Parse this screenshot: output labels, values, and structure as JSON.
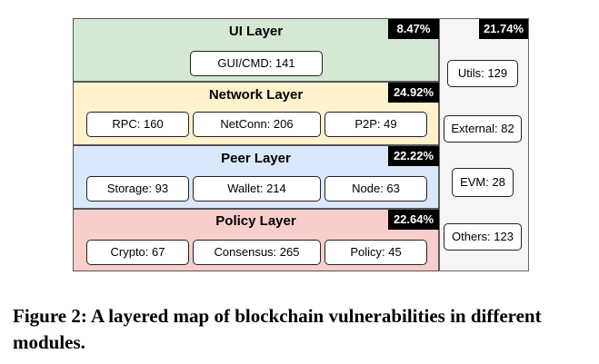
{
  "layers": [
    {
      "title": "UI Layer",
      "percent": "8.47%",
      "color": "#d5e8d4",
      "modules": [
        "GUI/CMD: 141"
      ]
    },
    {
      "title": "Network Layer",
      "percent": "24.92%",
      "color": "#fff2cc",
      "modules": [
        "RPC: 160",
        "NetConn: 206",
        "P2P: 49"
      ]
    },
    {
      "title": "Peer Layer",
      "percent": "22.22%",
      "color": "#dae8fc",
      "modules": [
        "Storage: 93",
        "Wallet: 214",
        "Node: 63"
      ]
    },
    {
      "title": "Policy Layer",
      "percent": "22.64%",
      "color": "#f8cecc",
      "modules": [
        "Crypto: 67",
        "Consensus: 265",
        "Policy: 45"
      ]
    }
  ],
  "side_panel": {
    "percent": "21.74%",
    "color": "#f5f5f5",
    "modules": [
      "Utils: 129",
      "External: 82",
      "EVM: 28",
      "Others: 123"
    ]
  },
  "caption": "Figure 2: A layered map of blockchain vulnerabilities in different modules."
}
